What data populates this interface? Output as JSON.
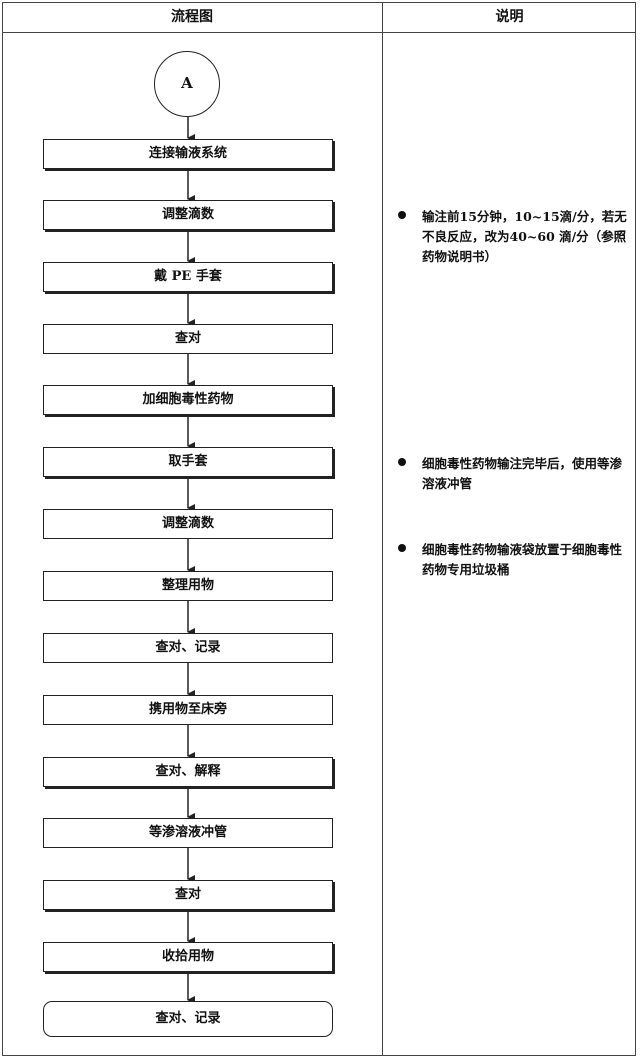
{
  "header": {
    "left": "流程图",
    "right": "说明"
  },
  "start": {
    "label": "A"
  },
  "steps": [
    {
      "label": "连接输液系统",
      "shadow": true
    },
    {
      "label": "调整滴数",
      "shadow": true
    },
    {
      "label": "戴 PE 手套",
      "shadow": true
    },
    {
      "label": "查对",
      "shadow": false
    },
    {
      "label": "加细胞毒性药物",
      "shadow": true
    },
    {
      "label": "取手套",
      "shadow": true
    },
    {
      "label": "调整滴数",
      "shadow": false
    },
    {
      "label": "整理用物",
      "shadow": false
    },
    {
      "label": "查对、记录",
      "shadow": false
    },
    {
      "label": "携用物至床旁",
      "shadow": false
    },
    {
      "label": "查对、解释",
      "shadow": true
    },
    {
      "label": "等渗溶液冲管",
      "shadow": false
    },
    {
      "label": "查对",
      "shadow": true
    },
    {
      "label": "收拾用物",
      "shadow": true
    },
    {
      "label": "查对、记录",
      "shadow": false,
      "rounded": true
    }
  ],
  "notes": [
    {
      "text": "输注前15分钟，10~15滴/分，若无不良反应，改为40~60 滴/分（参照药物说明书）"
    },
    {
      "text": "细胞毒性药物输注完毕后，使用等渗溶液冲管"
    },
    {
      "text": "细胞毒性药物输液袋放置于细胞毒性药物专用垃圾桶"
    }
  ]
}
